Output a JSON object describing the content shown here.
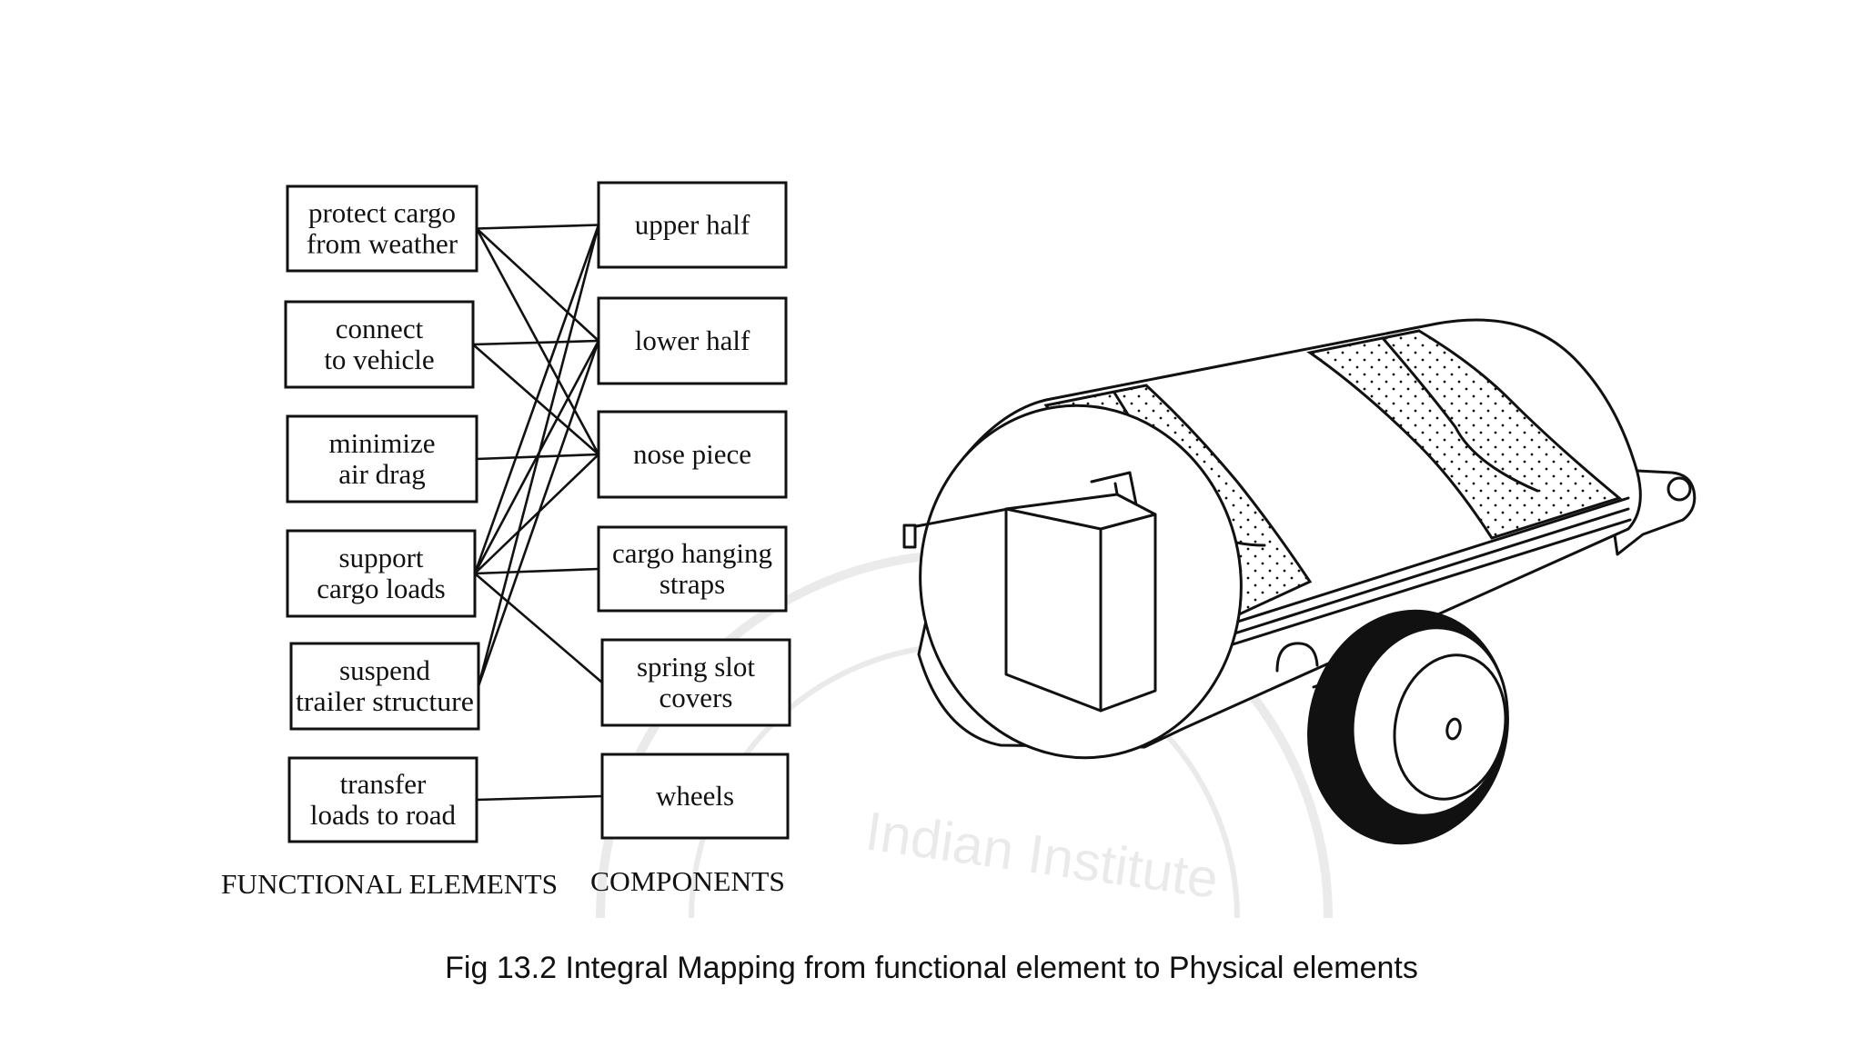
{
  "functional_elements": [
    {
      "id": "f1",
      "lines": [
        "protect cargo",
        "from weather"
      ]
    },
    {
      "id": "f2",
      "lines": [
        "connect",
        "to vehicle"
      ]
    },
    {
      "id": "f3",
      "lines": [
        "minimize",
        "air drag"
      ]
    },
    {
      "id": "f4",
      "lines": [
        "support",
        "cargo loads"
      ]
    },
    {
      "id": "f5",
      "lines": [
        "suspend",
        "trailer structure"
      ]
    },
    {
      "id": "f6",
      "lines": [
        "transfer",
        "loads to road"
      ]
    }
  ],
  "components": [
    {
      "id": "c1",
      "lines": [
        "upper half"
      ]
    },
    {
      "id": "c2",
      "lines": [
        "lower half"
      ]
    },
    {
      "id": "c3",
      "lines": [
        "nose piece"
      ]
    },
    {
      "id": "c4",
      "lines": [
        "cargo hanging",
        "straps"
      ]
    },
    {
      "id": "c5",
      "lines": [
        "spring slot",
        "covers"
      ]
    },
    {
      "id": "c6",
      "lines": [
        "wheels"
      ]
    }
  ],
  "mappings": [
    [
      "f1",
      "c1"
    ],
    [
      "f1",
      "c2"
    ],
    [
      "f1",
      "c3"
    ],
    [
      "f2",
      "c2"
    ],
    [
      "f2",
      "c3"
    ],
    [
      "f3",
      "c3"
    ],
    [
      "f4",
      "c1"
    ],
    [
      "f4",
      "c2"
    ],
    [
      "f4",
      "c3"
    ],
    [
      "f4",
      "c4"
    ],
    [
      "f4",
      "c5"
    ],
    [
      "f5",
      "c1"
    ],
    [
      "f5",
      "c2"
    ],
    [
      "f6",
      "c6"
    ]
  ],
  "labels": {
    "functional_title": "FUNCTIONAL ELEMENTS",
    "components_title": "COMPONENTS"
  },
  "watermark": "Indian Institute",
  "caption": "Fig 13.2 Integral Mapping from functional element to  Physical elements"
}
